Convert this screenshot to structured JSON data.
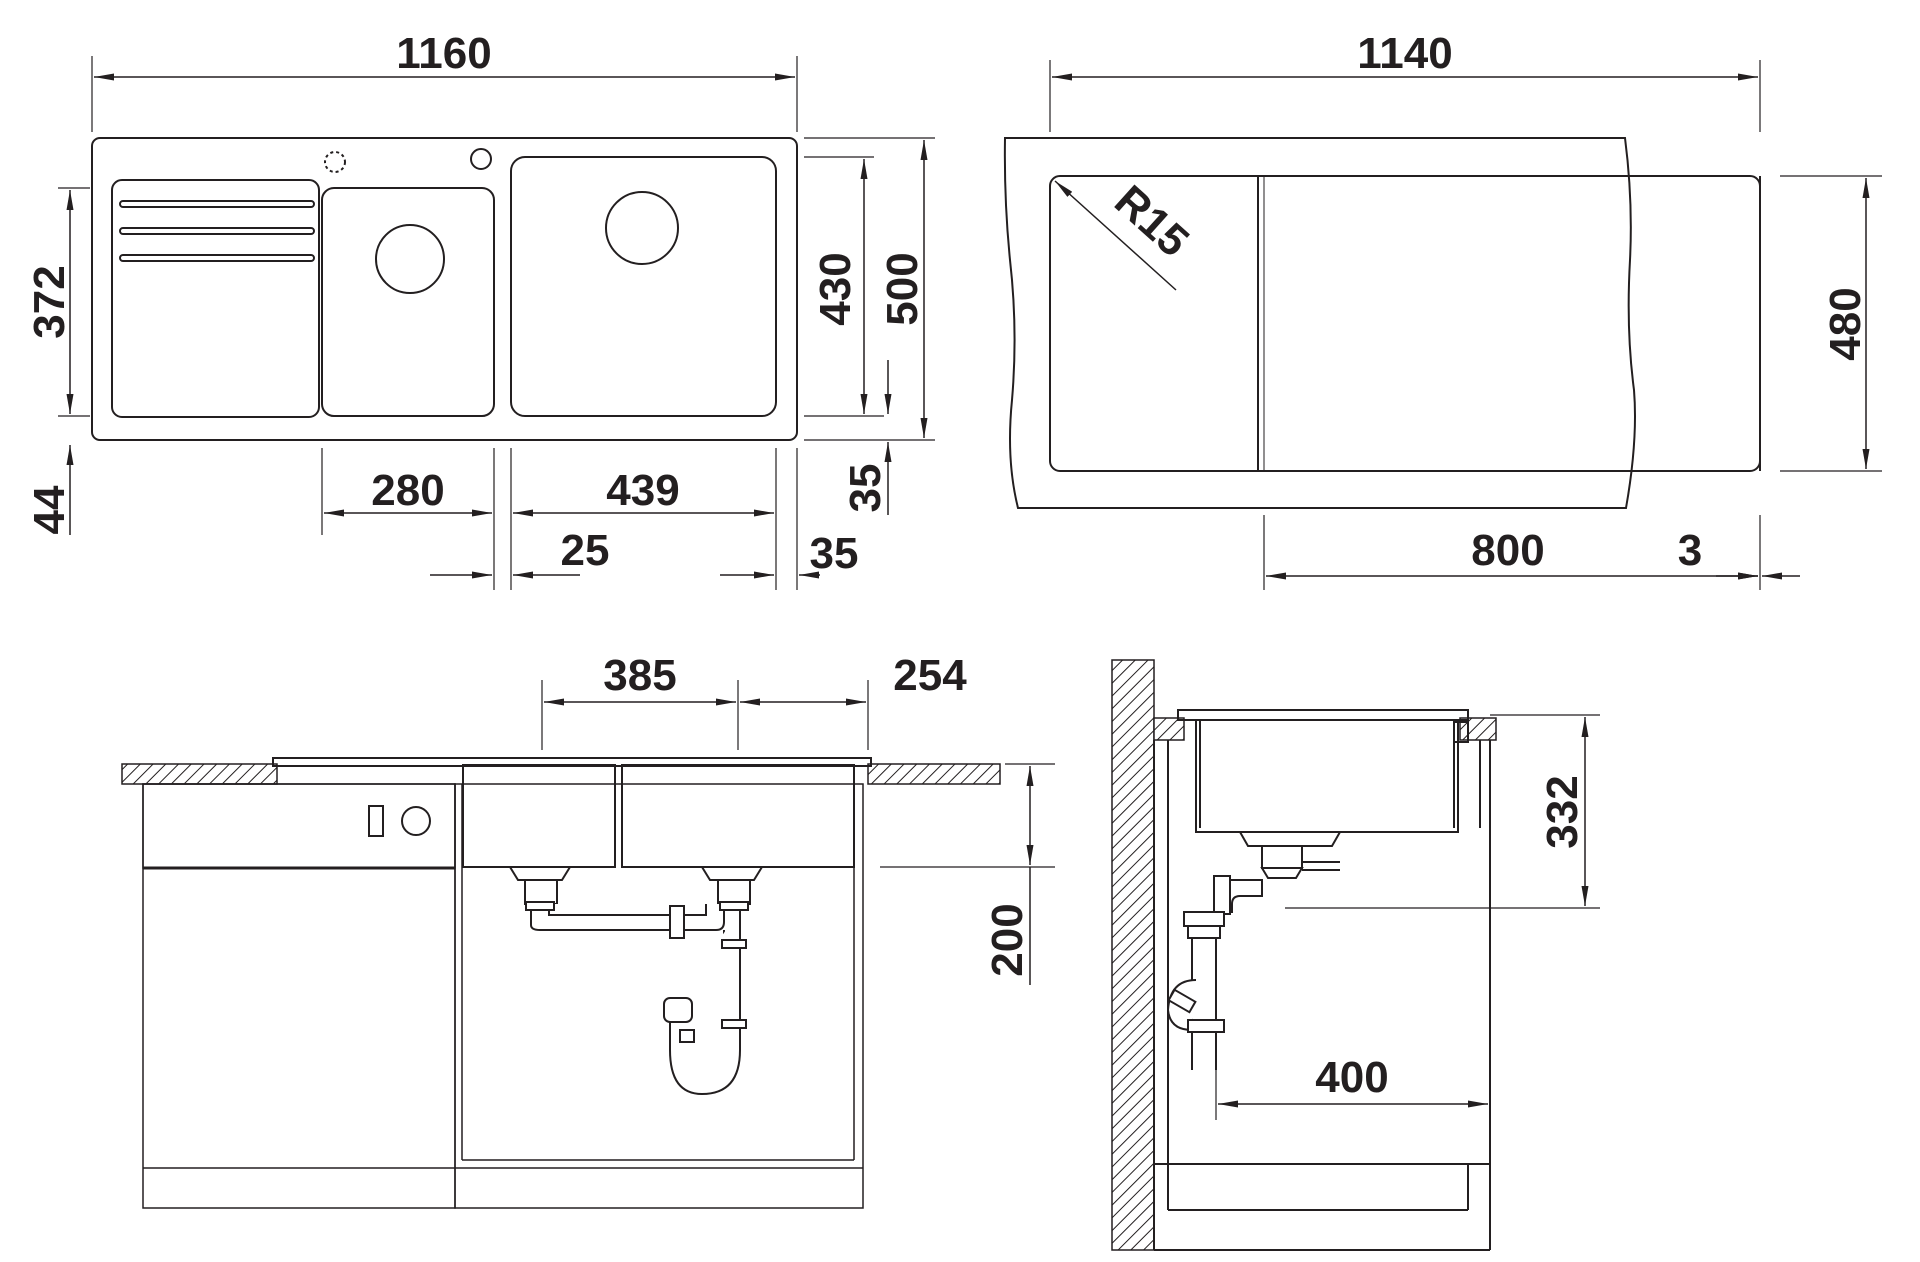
{
  "top_view": {
    "overall_width": "1160",
    "overall_depth": "500",
    "bowl_depth": "430",
    "left_depth": "372",
    "front_offset": "44",
    "small_bowl_width": "280",
    "large_bowl_width": "439",
    "gap": "25",
    "right_margin": "35",
    "back_margin": "35"
  },
  "cutout_view": {
    "overall_width": "1140",
    "depth": "480",
    "radius": "R15",
    "bowl_width": "800",
    "edge_offset": "3"
  },
  "front_view": {
    "center_distance": "385",
    "edge_distance": "254",
    "height": "200"
  },
  "side_view": {
    "height": "332",
    "depth": "400"
  }
}
